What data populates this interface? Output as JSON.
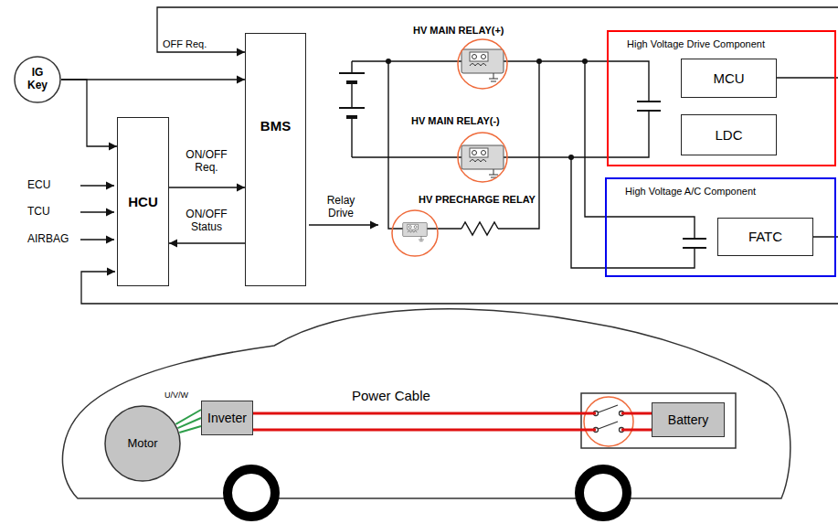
{
  "diagram": {
    "nodes": [
      {
        "text": [
          "IG Key"
        ]
      },
      {
        "text": [
          "HCU"
        ]
      },
      {
        "text": [
          "BMS"
        ]
      },
      {
        "text": [
          "High Voltage Drive Component"
        ]
      },
      {
        "text": [
          "MCU"
        ],
        "in": 3
      },
      {
        "text": [
          "LDC"
        ],
        "in": 3
      },
      {
        "text": [
          "High Voltage A/C Component"
        ]
      },
      {
        "text": [
          "FATC"
        ],
        "in": 6
      },
      {
        "text": [
          "Motor"
        ]
      },
      {
        "text": [
          "Inveter"
        ]
      },
      {
        "text": [
          "Battery"
        ]
      }
    ],
    "edges": [
      {
        "from": 0,
        "to": 2,
        "arrow": "to"
      },
      {
        "from": 0,
        "to": 1,
        "arrow": "to"
      },
      {
        "from": 1,
        "to": 2,
        "label": "ON/OFF Req.",
        "arrow": "to"
      },
      {
        "from": 2,
        "to": 1,
        "label": "ON/OFF Status",
        "arrow": "to"
      },
      {
        "from": 9,
        "to": 8,
        "label": "U/V/W",
        "arrow": "none"
      },
      {
        "from": 9,
        "to": 10,
        "label": "Power Cable",
        "arrow": "none"
      }
    ],
    "labels": [
      "OFF Req.",
      "ECU",
      "TCU",
      "AIRBAG",
      "Relay Drive",
      "HV MAIN RELAY(+)",
      "HV MAIN RELAY(-)",
      "HV PRECHARGE RELAY"
    ]
  }
}
